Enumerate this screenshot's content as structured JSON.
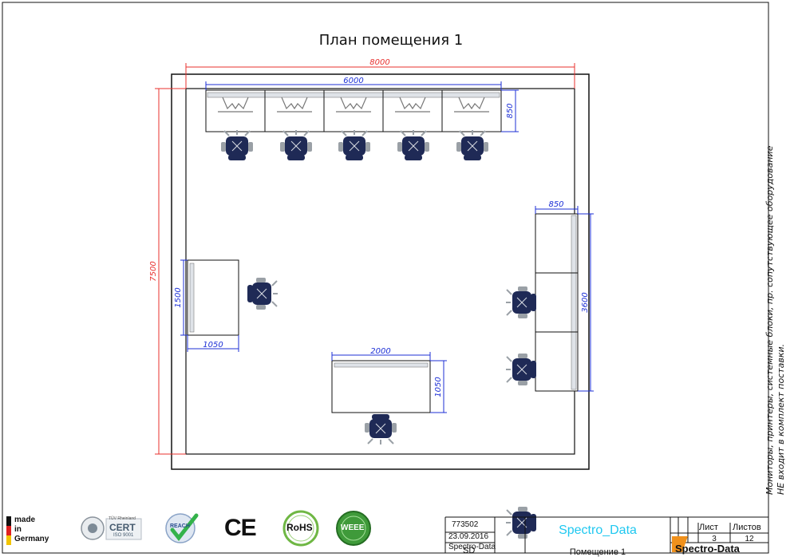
{
  "title": "План помещения 1",
  "note_line1": "Мониторы, принтеры, системные блоки, пр. сопутствующее оборудование",
  "note_line2": "НЕ входит в комплект поставки.",
  "dimensions": {
    "room_width": "8000",
    "room_height": "7500",
    "top_desks_length": "6000",
    "top_desks_depth": "850",
    "right_desks_depth": "850",
    "right_desks_length": "3600",
    "left_desk_length": "1500",
    "left_desk_width": "1050",
    "center_desk_length": "2000",
    "center_desk_depth": "1050"
  },
  "title_block": {
    "doc_number": "773502",
    "date": "23.09.2016",
    "company": "Spectro-Data",
    "code": "SD",
    "project": "Spectro_Data",
    "room": "Помещение 1",
    "sheet_label": "Лист",
    "sheets_label": "Листов",
    "sheet": "3",
    "sheets": "12",
    "brand": "Spectro-Data"
  },
  "logos": {
    "made_in": [
      "made",
      "in",
      "Germany"
    ],
    "cert": "CERT",
    "cert_sub": "TÜV Rheinland",
    "iso": "ISO 9001",
    "reach": "REACH",
    "ce": "CE",
    "rohs": "RoHS",
    "weee": "WEEE"
  },
  "colors": {
    "dimension_red": "#e8302e",
    "dimension_blue": "#1c2fd6",
    "chair_navy": "#1f2a56",
    "cyan_title": "#20c8f0",
    "brand_orange": "#f0911c"
  }
}
